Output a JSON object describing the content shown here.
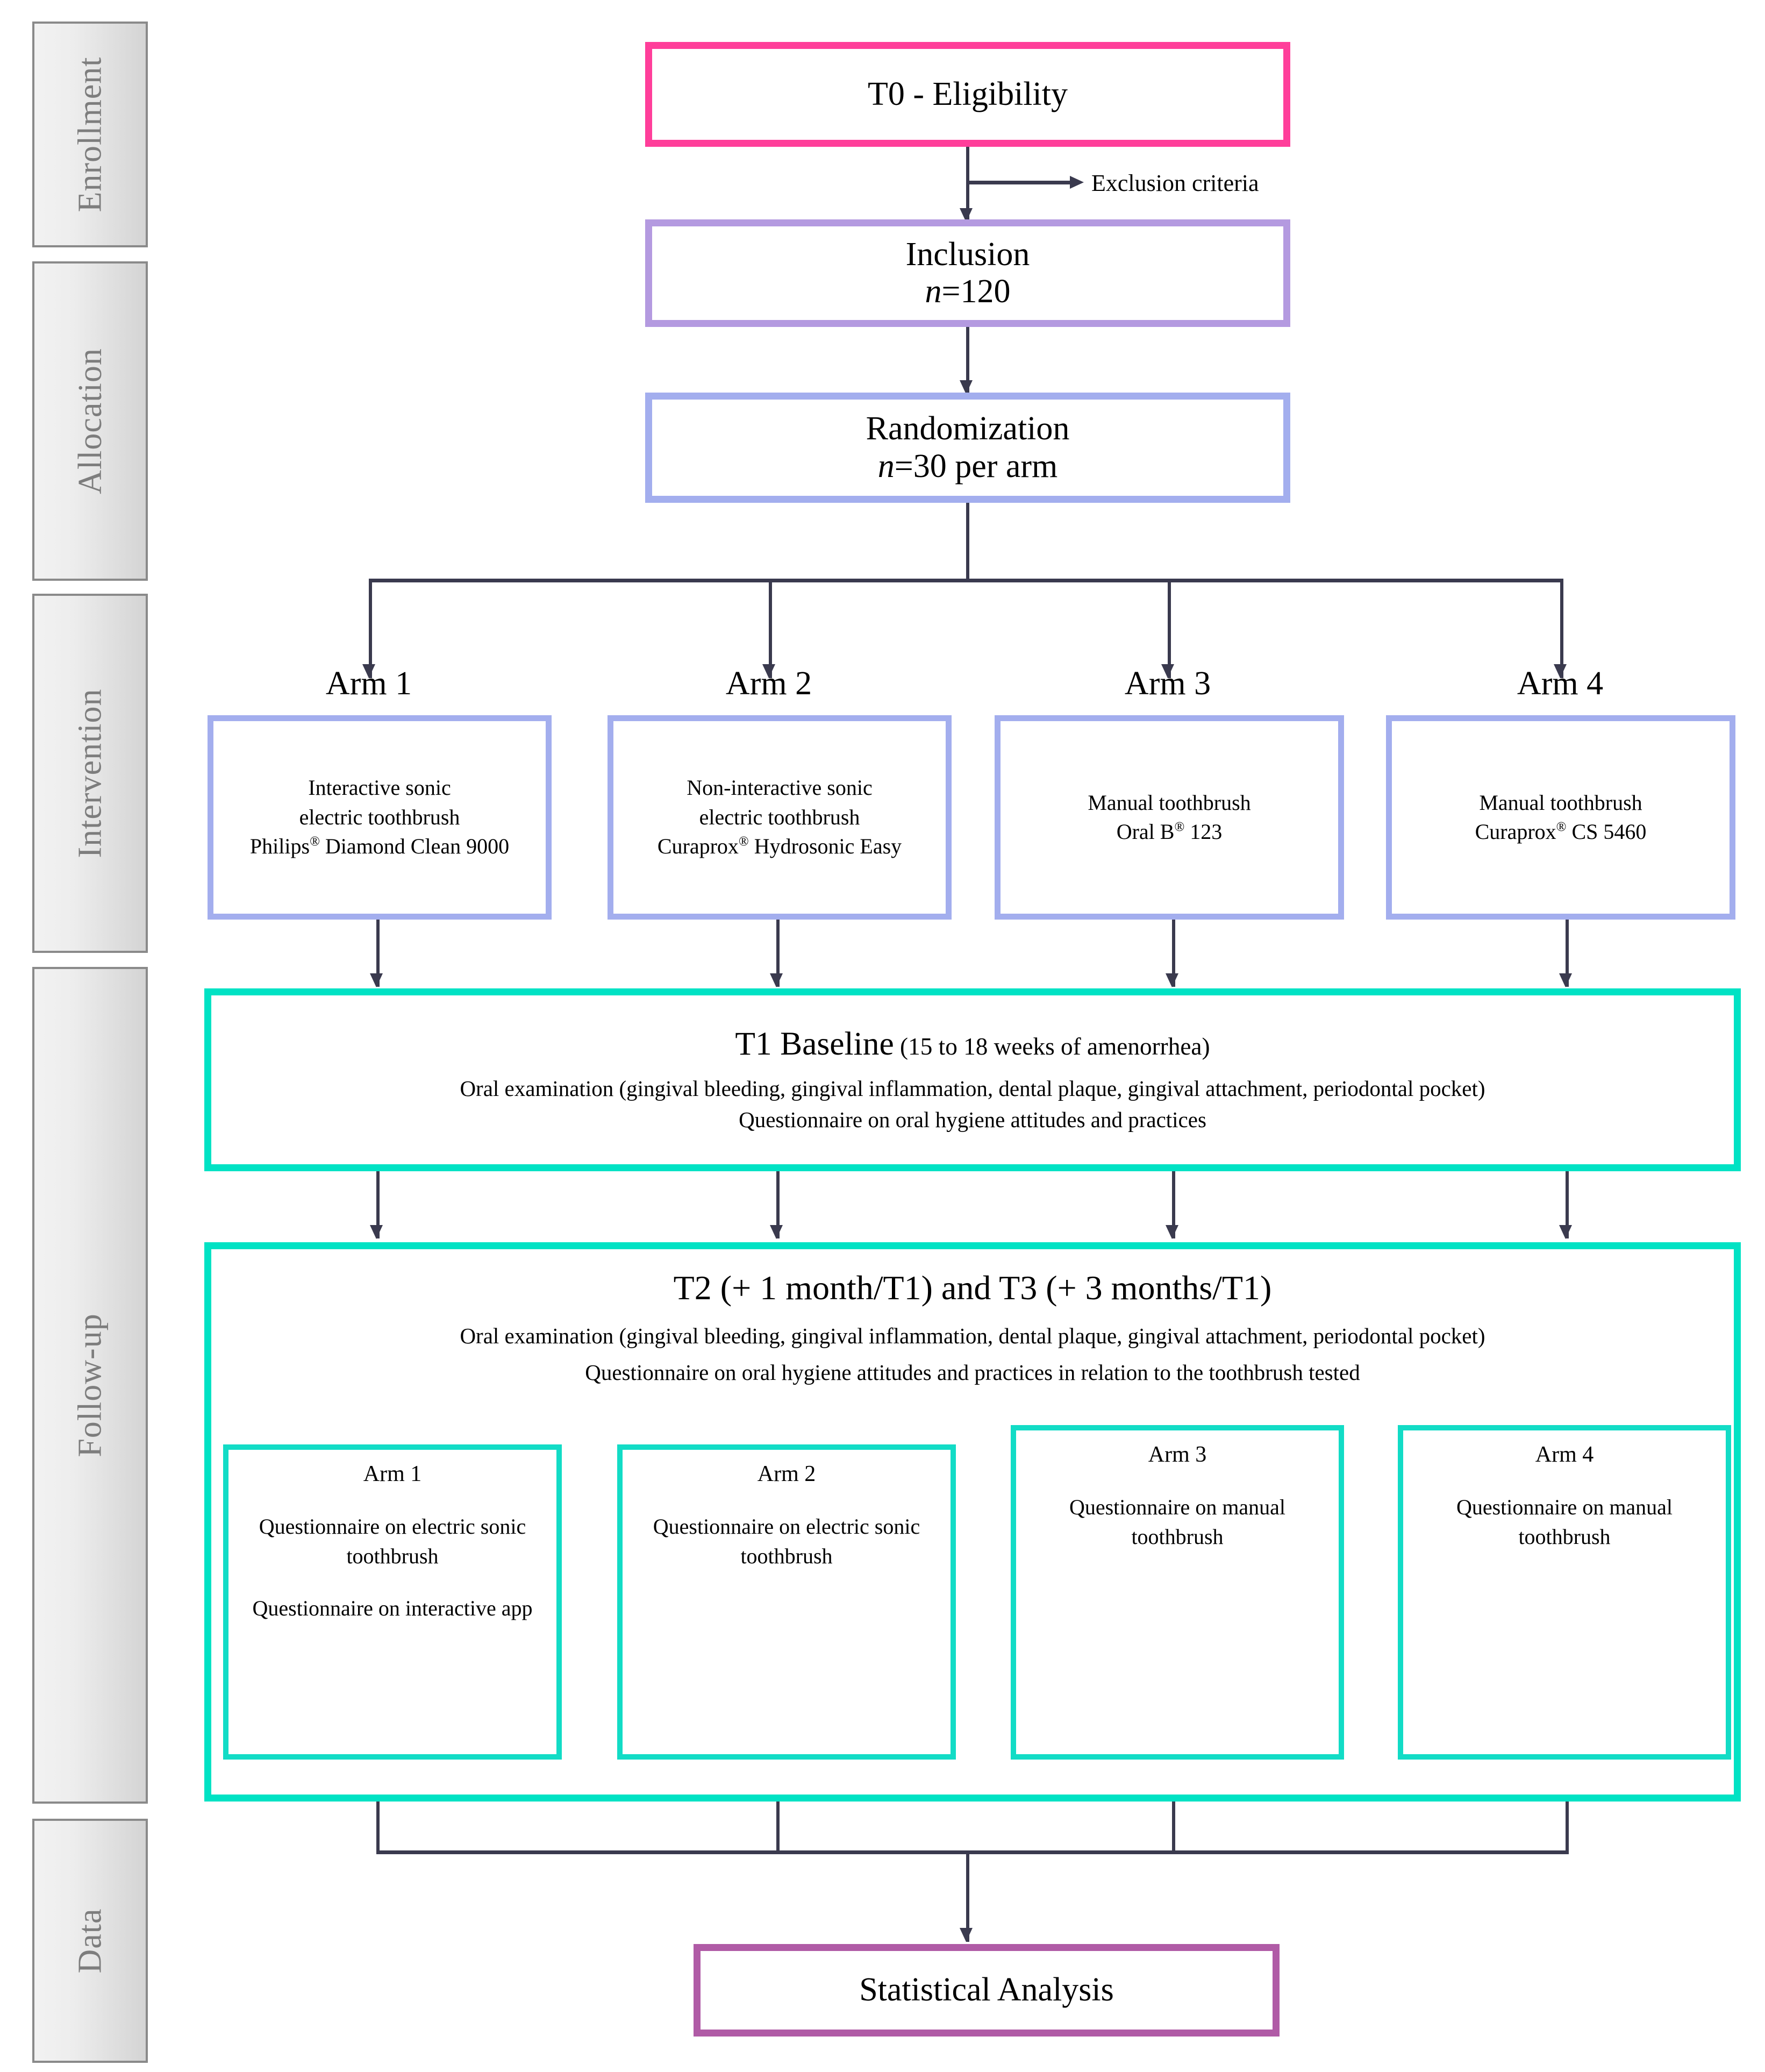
{
  "diagram": {
    "title": "Randomized controlled trial flow diagram (CONSORT-style)",
    "phases": [
      {
        "id": "enrollment",
        "label": "Enrollment"
      },
      {
        "id": "allocation",
        "label": "Allocation"
      },
      {
        "id": "intervention",
        "label": "Intervention"
      },
      {
        "id": "follow_up",
        "label": "Follow-up"
      },
      {
        "id": "data",
        "label": "Data"
      }
    ],
    "colors": {
      "eligibility_border": "#FF3E9A",
      "inclusion_border": "#B49AE0",
      "randomization_border": "#A3AEEE",
      "arm_border": "#A3AEEE",
      "followup_border": "#00E2C4",
      "followup_inner_border": "#12DCC6",
      "statistics_border": "#B05BA6",
      "connector": "#3a3a4e",
      "phase_text": "#7d7d7d",
      "phase_border": "#8a8a8a"
    },
    "eligibility": {
      "title": "T0 - Eligibility"
    },
    "exclusion": {
      "label": "Exclusion criteria"
    },
    "inclusion": {
      "title": "Inclusion",
      "n_prefix": "n",
      "n_value": "=120"
    },
    "randomization": {
      "title": "Randomization",
      "n_prefix": "n",
      "n_value": "=30 per arm"
    },
    "arms": [
      {
        "caption": "Arm 1",
        "line1": "Interactive sonic",
        "line2": "electric toothbrush",
        "brand_name": "Philips",
        "brand_mark": "®",
        "brand_model": " Diamond Clean 9000"
      },
      {
        "caption": "Arm 2",
        "line1": "Non-interactive sonic",
        "line2": "electric toothbrush",
        "brand_name": "Curaprox",
        "brand_mark": "®",
        "brand_model": " Hydrosonic Easy"
      },
      {
        "caption": "Arm 3",
        "line1": "Manual toothbrush",
        "line2": "",
        "brand_name": "Oral B",
        "brand_mark": "®",
        "brand_model": " 123"
      },
      {
        "caption": "Arm 4",
        "line1": "Manual toothbrush",
        "line2": "",
        "brand_name": "Curaprox",
        "brand_mark": "®",
        "brand_model": " CS 5460"
      }
    ],
    "baseline": {
      "title_bold": "T1 Baseline",
      "title_note": " (15 to 18 weeks of amenorrhea)",
      "line1": "Oral examination (gingival bleeding, gingival inflammation, dental plaque, gingival attachment, periodontal pocket)",
      "line2": "Questionnaire on oral hygiene attitudes and practices"
    },
    "followup": {
      "title": "T2 (+ 1 month/T1) and T3 (+ 3 months/T1)",
      "line1": "Oral examination (gingival bleeding, gingival inflammation, dental plaque, gingival attachment, periodontal pocket)",
      "line2": "Questionnaire on oral hygiene attitudes and practices in relation to the toothbrush tested",
      "arms": [
        {
          "caption": "Arm 1",
          "item1": "Questionnaire on electric sonic toothbrush",
          "item2": "Questionnaire on interactive app"
        },
        {
          "caption": "Arm 2",
          "item1": "Questionnaire on electric sonic toothbrush",
          "item2": ""
        },
        {
          "caption": "Arm 3",
          "item1": "Questionnaire on manual toothbrush",
          "item2": ""
        },
        {
          "caption": "Arm 4",
          "item1": "Questionnaire on manual toothbrush",
          "item2": ""
        }
      ]
    },
    "statistics": {
      "title": "Statistical Analysis"
    }
  }
}
